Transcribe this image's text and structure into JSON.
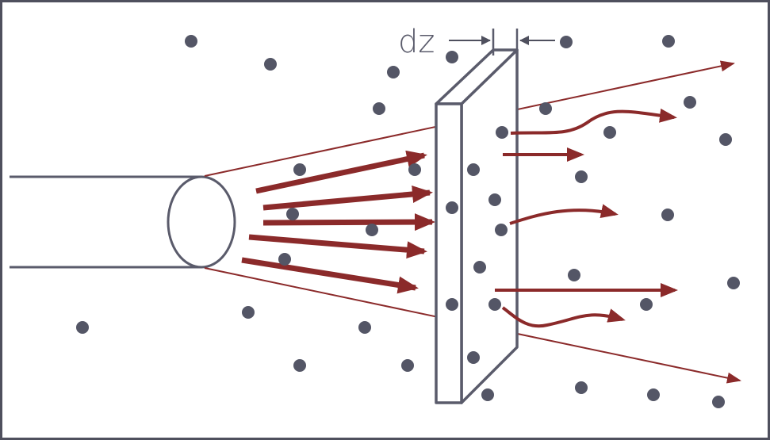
{
  "diagram": {
    "slab_thickness_label": "dz",
    "colors": {
      "background": "#4f505e",
      "canvas": "#ffffff",
      "outline": "#5a5b6b",
      "particle": "#545666",
      "beam": "#8b2a2a"
    },
    "icons": {
      "source": "beam-source-cylinder",
      "slab": "target-slab",
      "particles": "scattering-particles",
      "arrows": "beam-ray-arrows"
    }
  }
}
